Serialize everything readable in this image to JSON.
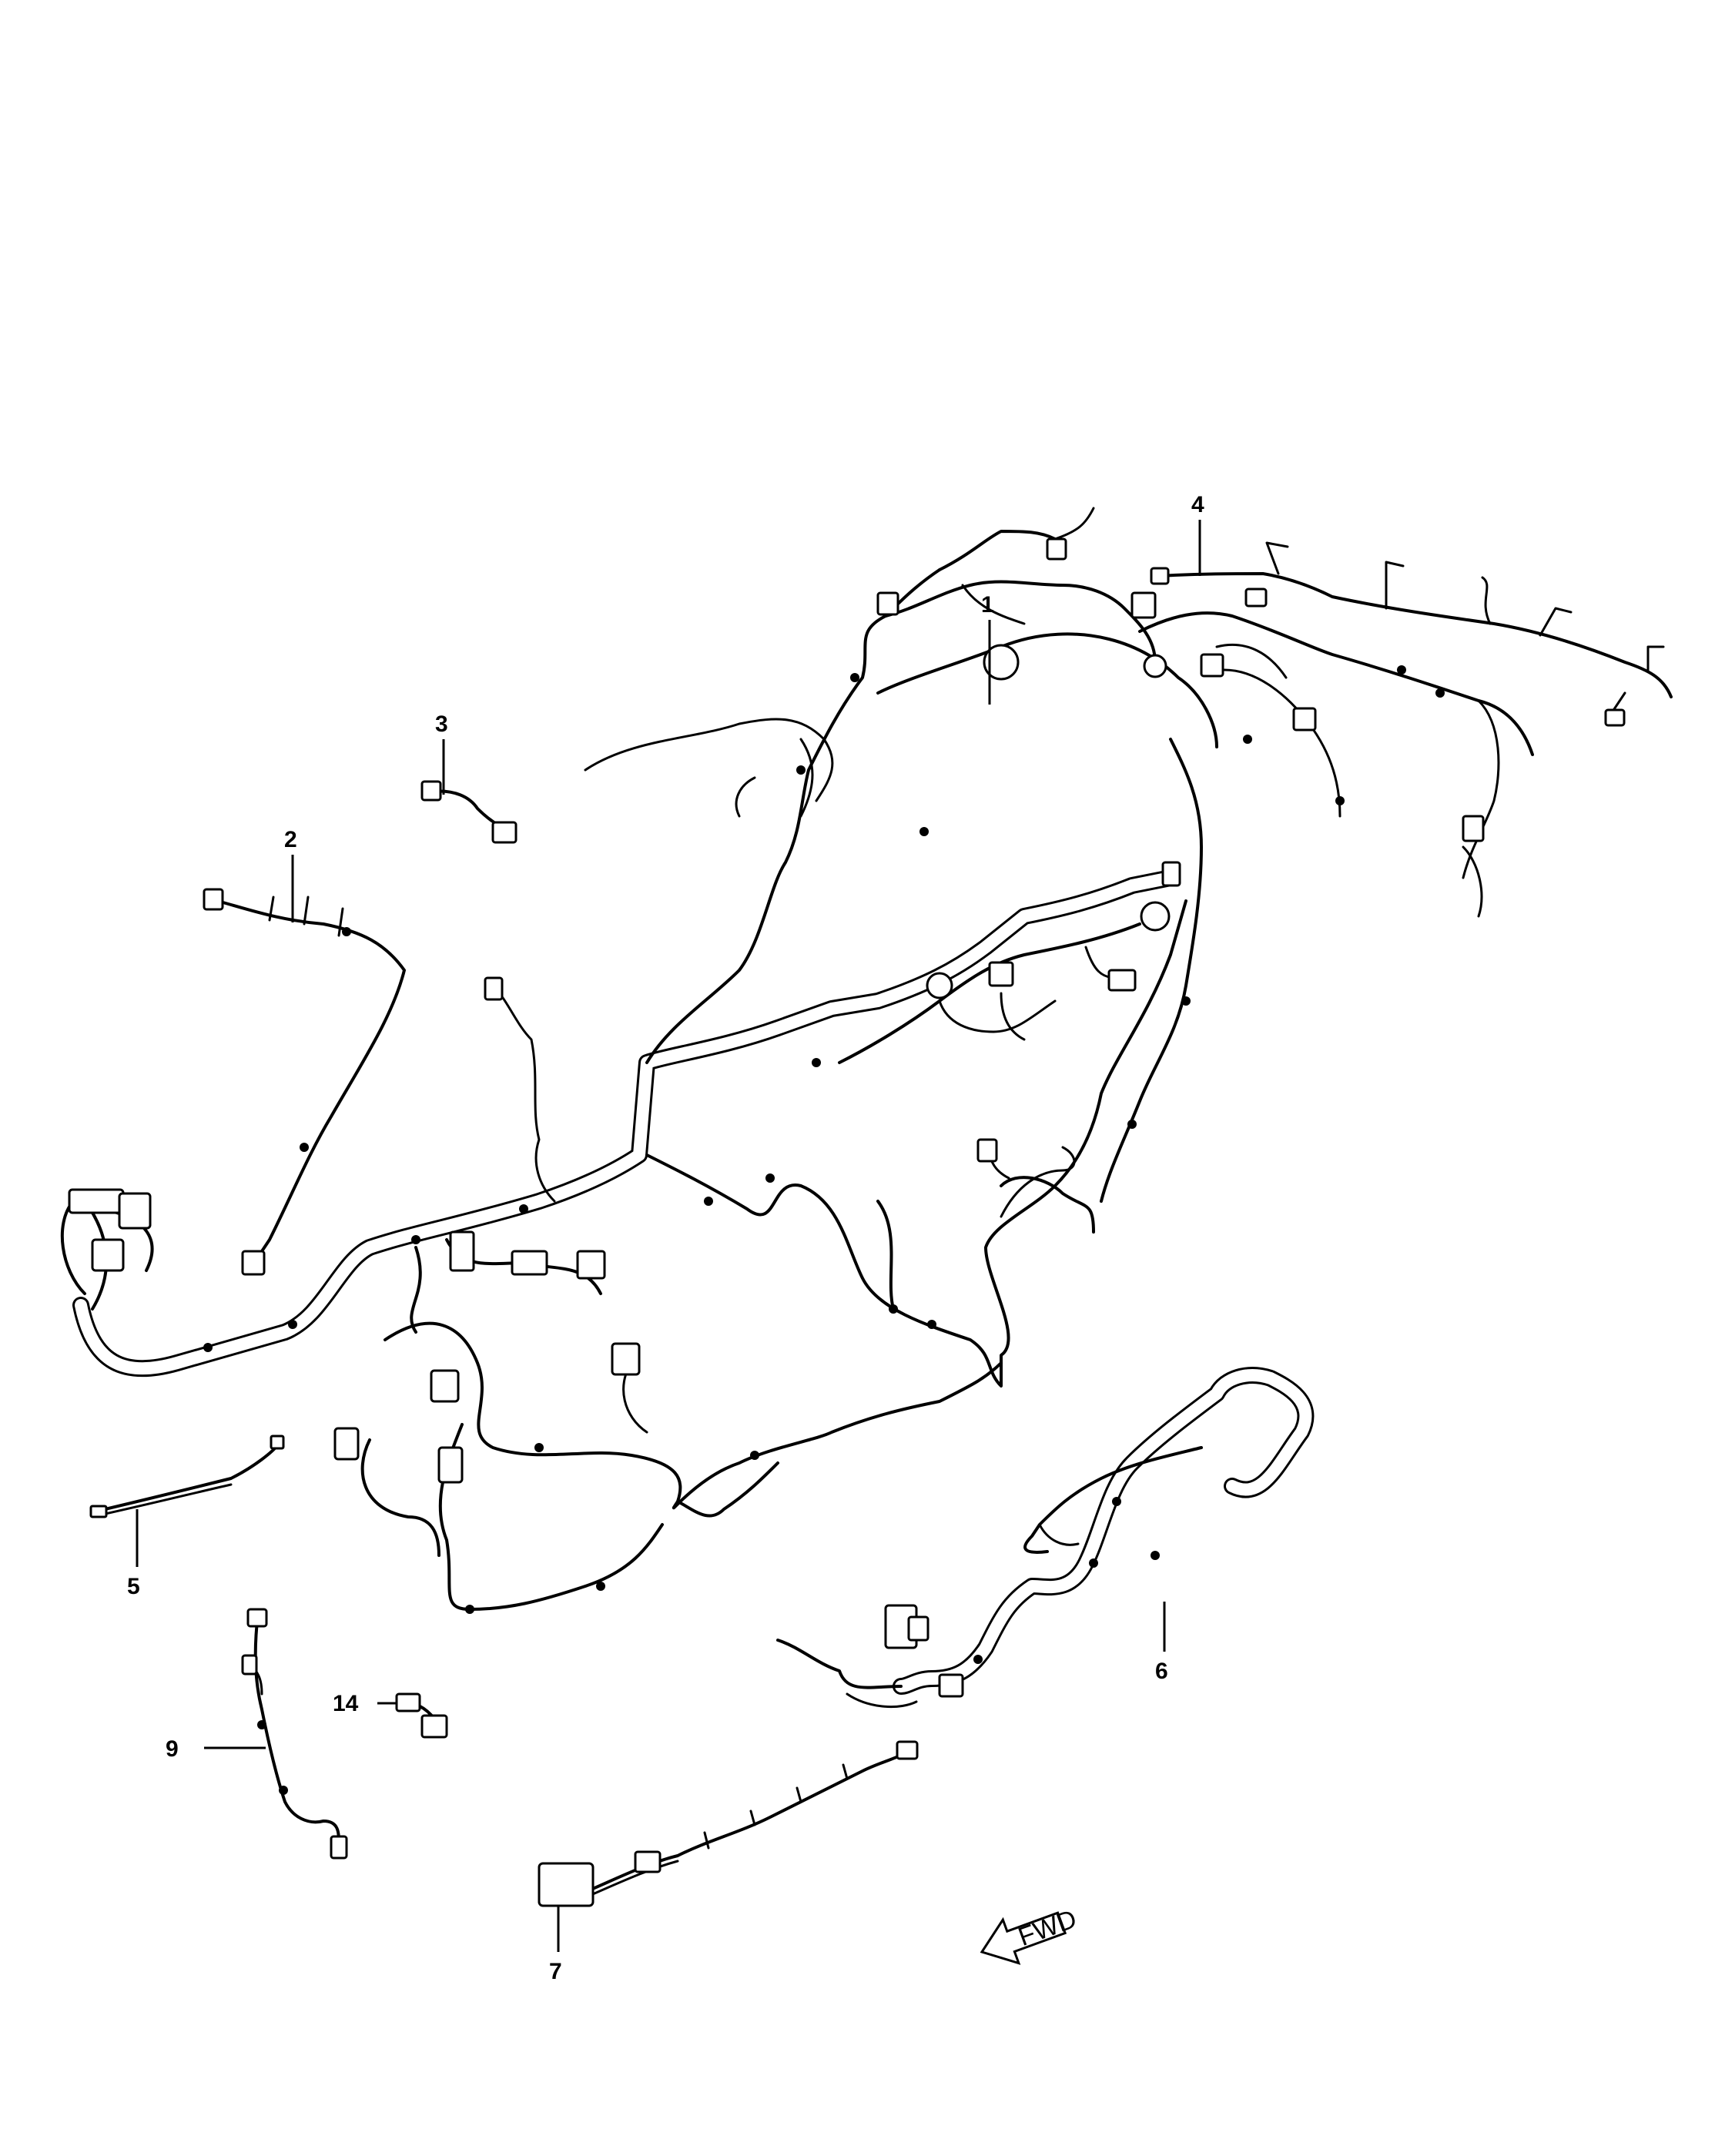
{
  "callouts": [
    {
      "id": "1",
      "text": "1"
    },
    {
      "id": "2",
      "text": "2"
    },
    {
      "id": "3",
      "text": "3"
    },
    {
      "id": "4",
      "text": "4"
    },
    {
      "id": "5",
      "text": "5"
    },
    {
      "id": "6",
      "text": "6"
    },
    {
      "id": "7",
      "text": "7"
    },
    {
      "id": "9",
      "text": "9"
    },
    {
      "id": "14",
      "text": "14"
    }
  ],
  "direction_arrow": {
    "text": "FWD"
  },
  "colors": {
    "ink": "#000000",
    "background": "#ffffff"
  }
}
